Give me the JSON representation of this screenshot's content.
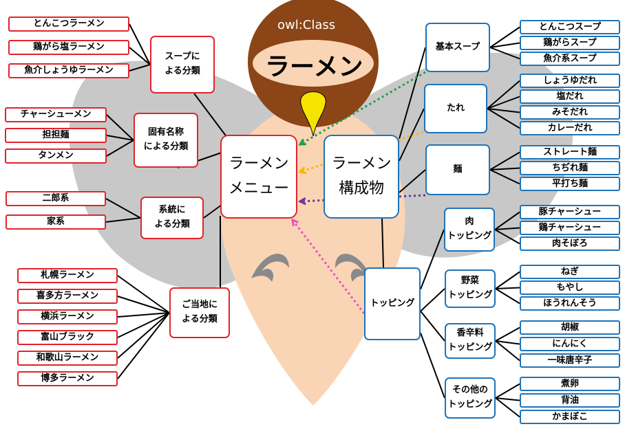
{
  "owl": {
    "tag": "owl:Class",
    "name": "ラーメン"
  },
  "center": {
    "menu": "ラーメン\nメニュー",
    "components": "ラーメン\n構成物"
  },
  "menu_categories": [
    {
      "label": "スープに\nよる分類",
      "items": [
        "とんこつラーメン",
        "鶏がら塩ラーメン",
        "魚介しょうゆラーメン"
      ]
    },
    {
      "label": "固有名称\nによる分類",
      "items": [
        "チャーシューメン",
        "担担麺",
        "タンメン"
      ]
    },
    {
      "label": "系統に\nよる分類",
      "items": [
        "二郎系",
        "家系"
      ]
    },
    {
      "label": "ご当地に\nよる分類",
      "items": [
        "札幌ラーメン",
        "喜多方ラーメン",
        "横浜ラーメン",
        "富山ブラック",
        "和歌山ラーメン",
        "博多ラーメン"
      ]
    }
  ],
  "components": [
    {
      "label": "基本スープ",
      "items": [
        "とんこつスープ",
        "鶏がらスープ",
        "魚介系スープ"
      ]
    },
    {
      "label": "たれ",
      "items": [
        "しょうゆだれ",
        "塩だれ",
        "みそだれ",
        "カレーだれ"
      ]
    },
    {
      "label": "麺",
      "items": [
        "ストレート麺",
        "ちぢれ麺",
        "平打ち麺"
      ]
    },
    {
      "label": "トッピング",
      "subgroups": [
        {
          "label": "肉\nトッピング",
          "items": [
            "豚チャーシュー",
            "鶏チャーシュー",
            "肉そぼろ"
          ]
        },
        {
          "label": "野菜\nトッピング",
          "items": [
            "ねぎ",
            "もやし",
            "ほうれんそう"
          ]
        },
        {
          "label": "香辛料\nトッピング",
          "items": [
            "胡椒",
            "にんにく",
            "一味唐辛子"
          ]
        },
        {
          "label": "その他の\nトッピング",
          "items": [
            "煮卵",
            "背油",
            "かまぼこ"
          ]
        }
      ]
    }
  ],
  "colors": {
    "menu_border": "#e0242b",
    "component_border": "#1f73b7",
    "owl_brown": "#8b4516",
    "owl_belly": "#fad5b5",
    "wing_gray": "#c8c8c8",
    "beak": "#f4e400",
    "arrow_green": "#1aa048",
    "arrow_yellow": "#f6b700",
    "arrow_purple": "#6a3398",
    "arrow_pink": "#e84fc0"
  }
}
